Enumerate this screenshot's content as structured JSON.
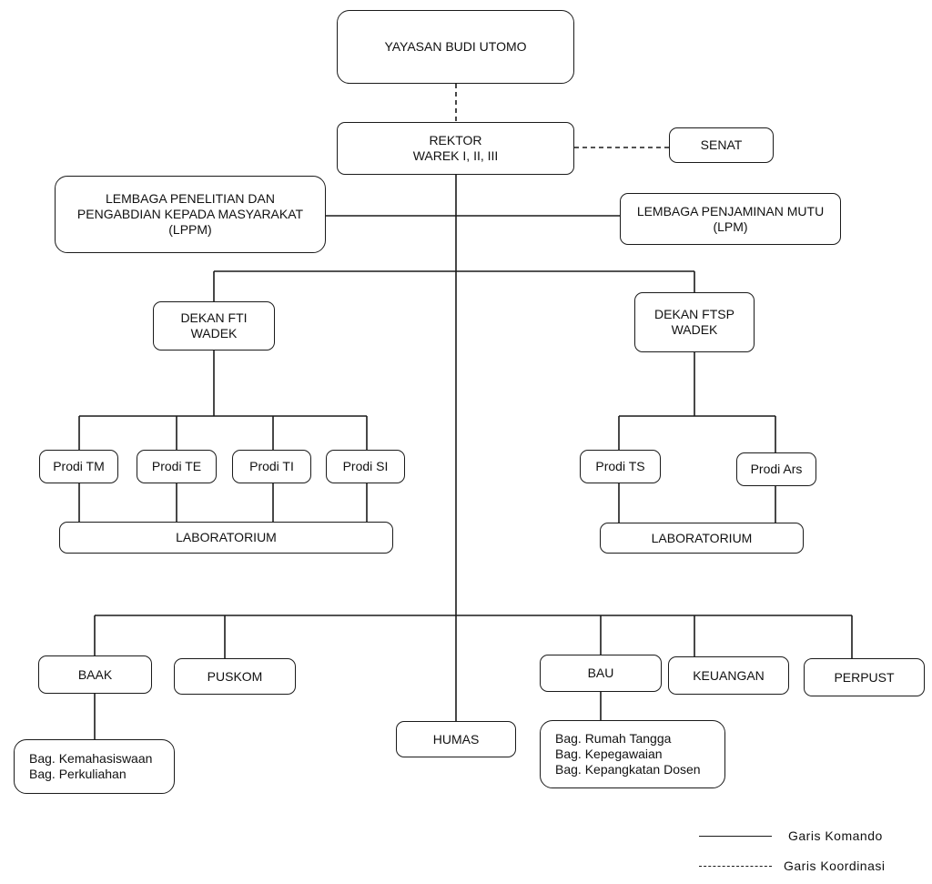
{
  "nodes": {
    "yayasan": "YAYASAN BUDI UTOMO",
    "rektor": [
      "REKTOR",
      "WAREK I, II, III"
    ],
    "senat": "SENAT",
    "lppm": [
      "LEMBAGA PENELITIAN DAN",
      "PENGABDIAN KEPADA MASYARAKAT",
      "(LPPM)"
    ],
    "lpm": [
      "LEMBAGA PENJAMINAN MUTU",
      "(LPM)"
    ],
    "dekan_fti": [
      "DEKAN FTI",
      "WADEK"
    ],
    "dekan_ftsp": [
      "DEKAN FTSP",
      "WADEK"
    ],
    "prodi_tm": "Prodi TM",
    "prodi_te": "Prodi TE",
    "prodi_ti": "Prodi TI",
    "prodi_si": "Prodi SI",
    "prodi_ts": "Prodi TS",
    "prodi_ars": "Prodi Ars",
    "lab_fti": "LABORATORIUM",
    "lab_ftsp": "LABORATORIUM",
    "baak": "BAAK",
    "puskom": "PUSKOM",
    "humas": "HUMAS",
    "bau": "BAU",
    "keuangan": "KEUANGAN",
    "perpust": "PERPUST",
    "baak_sub": [
      "Bag. Kemahasiswaan",
      "Bag. Perkuliahan"
    ],
    "bau_sub": [
      "Bag. Rumah Tangga",
      "Bag. Kepegawaian",
      "Bag. Kepangkatan Dosen"
    ]
  },
  "legend": {
    "command": "Garis Komando",
    "coordination": "Garis Koordinasi"
  }
}
